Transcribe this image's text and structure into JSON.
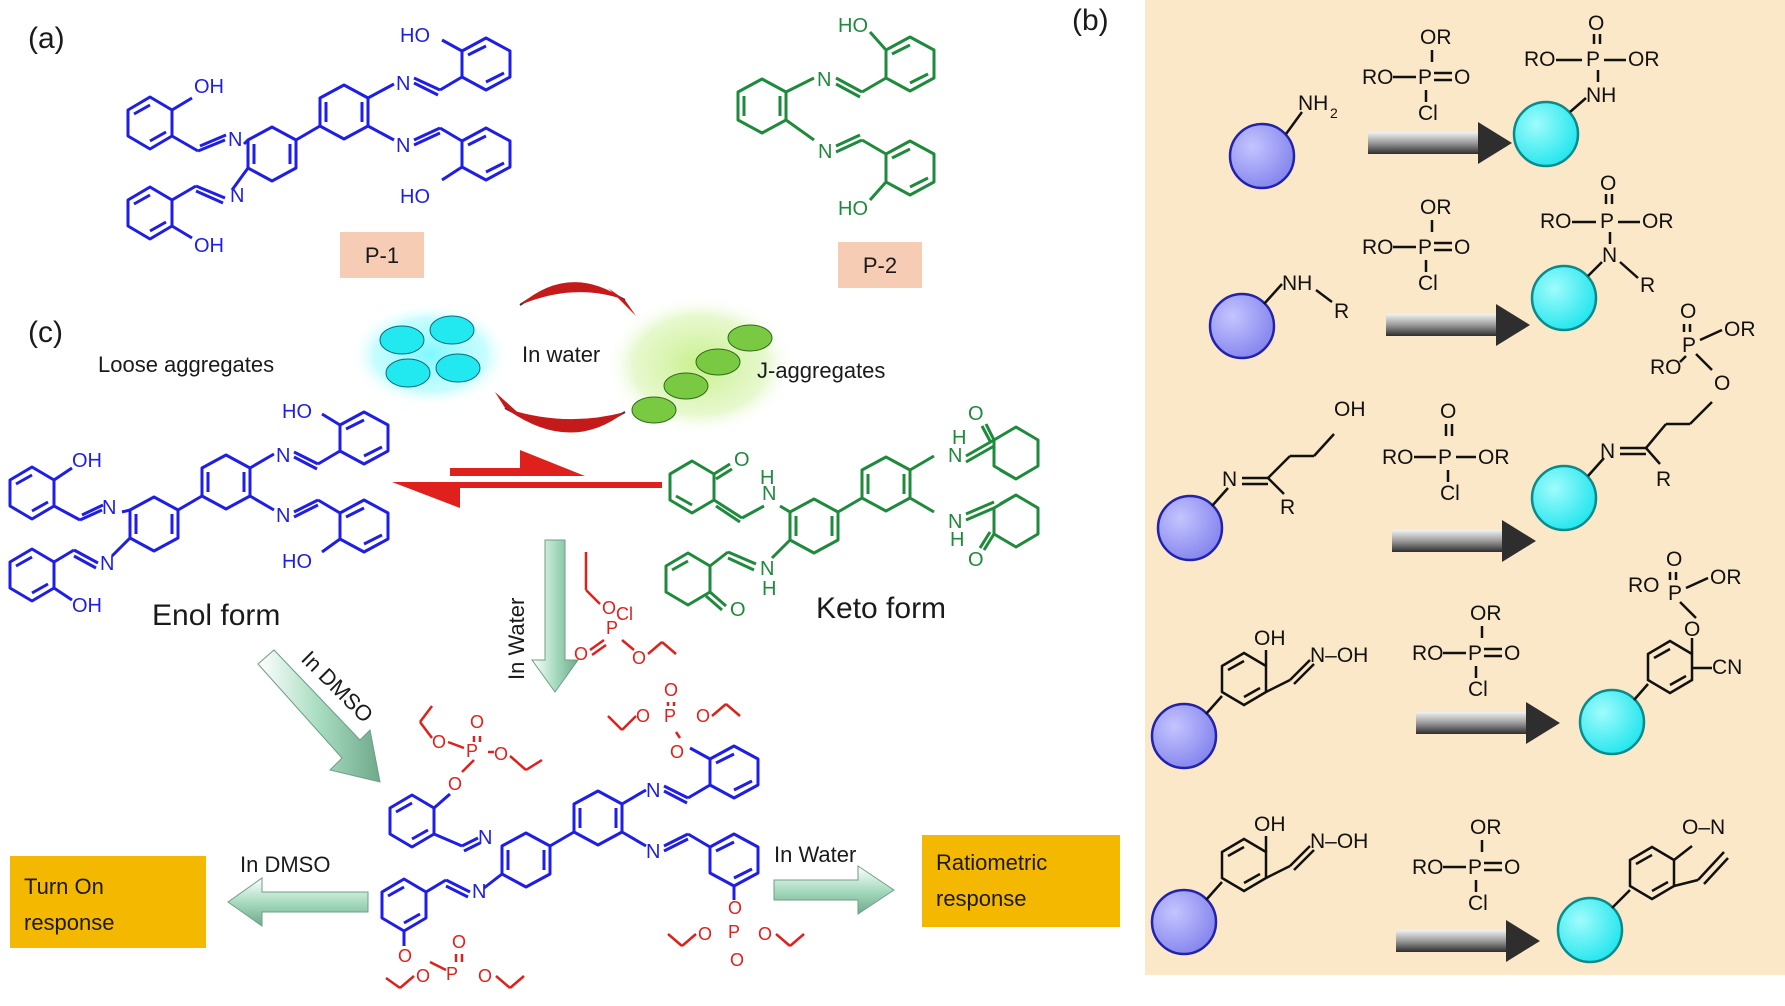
{
  "panels": {
    "a": "(a)",
    "b": "(b)",
    "c": "(c)"
  },
  "probes": {
    "p1": "P-1",
    "p2": "P-2"
  },
  "aggregation": {
    "loose": "Loose aggregates",
    "j": "J-aggregates",
    "in_water": "In water"
  },
  "forms": {
    "enol": "Enol form",
    "keto": "Keto form"
  },
  "arrows": {
    "in_water_down": "In Water",
    "in_dmso_diag": "In DMSO",
    "in_dmso_left": "In DMSO",
    "in_water_right": "In Water"
  },
  "responses": {
    "turn_on_line1": "Turn  On",
    "turn_on_line2": "response",
    "ratiometric_line1": "Ratiometric",
    "ratiometric_line2": "response"
  },
  "atoms": {
    "OH": "OH",
    "HO": "HO",
    "N": "N",
    "H": "H",
    "O": "O",
    "NH": "NH",
    "NH2": "NH",
    "sub2": "2",
    "R": "R",
    "OR": "OR",
    "RO": "RO",
    "P": "P",
    "Cl": "Cl",
    "CN": "CN",
    "NOH": "N–OH",
    "ON": "O–N"
  },
  "colors": {
    "probe_blue": "#1e1ee6",
    "probe_green": "#1f8a3c",
    "phosphate_red": "#e0201c",
    "panel_b_bg": "#fbe8c8",
    "label_bg": "#f6cdb4",
    "response_bg": "#f5b800",
    "reactant_circle": "#9b9bf0",
    "product_circle": "#34f2f2",
    "loose_aggregate": "#22e8f0",
    "j_aggregate": "#7ac943"
  },
  "icons": {
    "reaction_arrow": "gray-gradient-arrow",
    "equilibrium": "red-half-arrows",
    "cycle": "red-curved-arrows"
  }
}
